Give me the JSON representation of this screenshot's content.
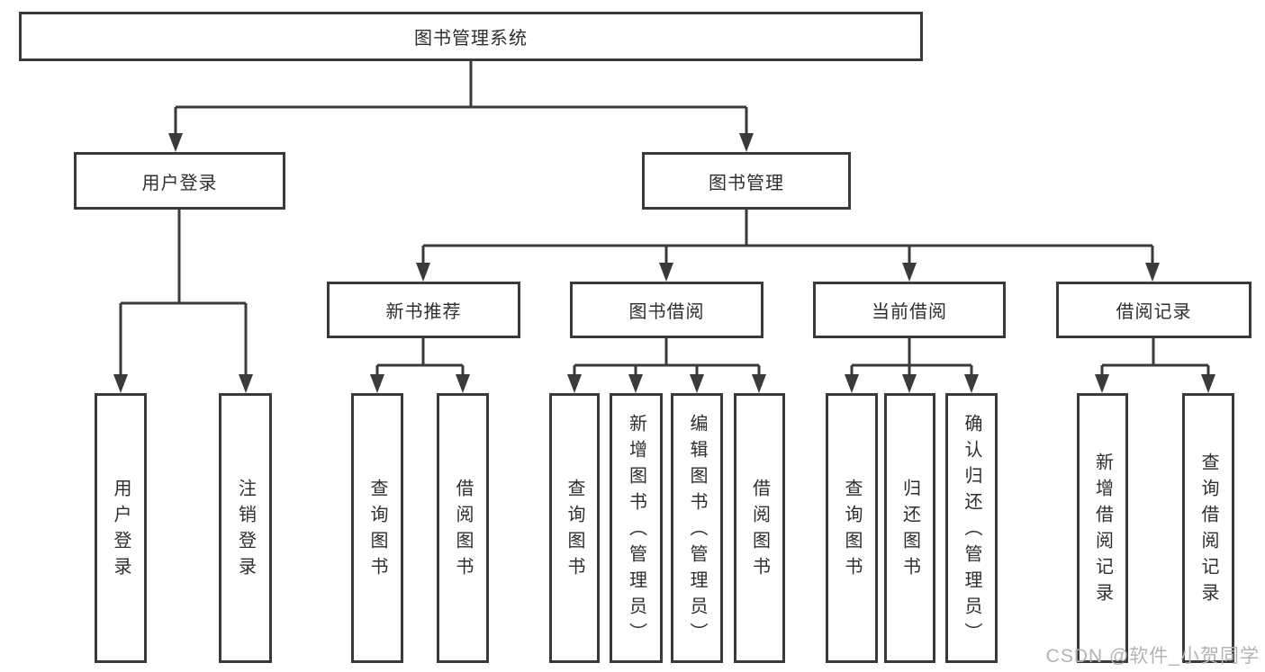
{
  "colors": {
    "line": "#3a3a3a",
    "text": "#2e2e2e",
    "watermark": "#b3b3b3",
    "background": "#ffffff"
  },
  "watermark": "CSDN @软件_小贺同学",
  "diagram": {
    "type": "hierarchy",
    "root": "图书管理系统",
    "level2": {
      "user_login": "用户登录",
      "book_manage": "图书管理"
    },
    "level3": {
      "new_book": "新书推荐",
      "book_borrow": "图书借阅",
      "current_borrow": "当前借阅",
      "borrow_record": "借阅记录"
    },
    "leaves": {
      "user_login": [
        "用户登录",
        "注销登录"
      ],
      "new_book": [
        "查询图书",
        "借阅图书"
      ],
      "book_borrow": [
        "查询图书",
        "新增图书（管理员）",
        "编辑图书（管理员）",
        "借阅图书"
      ],
      "current_borrow": [
        "查询图书",
        "归还图书",
        "确认归还（管理员）"
      ],
      "borrow_record": [
        "新增借阅记录",
        "查询借阅记录"
      ]
    }
  }
}
